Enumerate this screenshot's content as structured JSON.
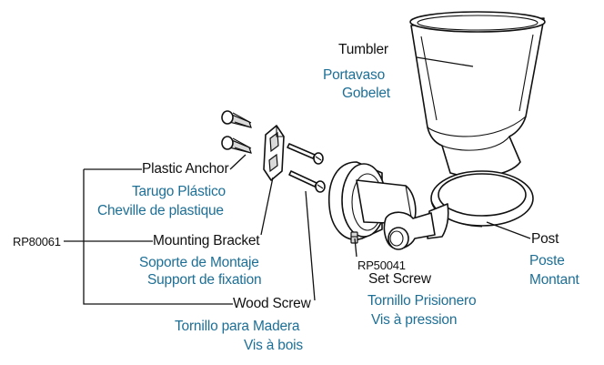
{
  "labels": {
    "tumbler": {
      "en": "Tumbler",
      "es": "Portavaso",
      "fr": "Gobelet"
    },
    "plastic_anchor": {
      "en": "Plastic Anchor",
      "es": "Tarugo Plástico",
      "fr": "Cheville de plastique"
    },
    "mounting_bracket": {
      "en": "Mounting Bracket",
      "es": "Soporte de Montaje",
      "fr": "Support de fixation"
    },
    "wood_screw": {
      "en": "Wood Screw",
      "es": "Tornillo para Madera",
      "fr": "Vis à bois"
    },
    "set_screw": {
      "part": "RP50041",
      "en": "Set Screw",
      "es": "Tornillo Prisionero",
      "fr": "Vis à pression"
    },
    "post": {
      "en": "Post",
      "es": "Poste",
      "fr": "Montant"
    },
    "kit_part": "RP80061"
  }
}
